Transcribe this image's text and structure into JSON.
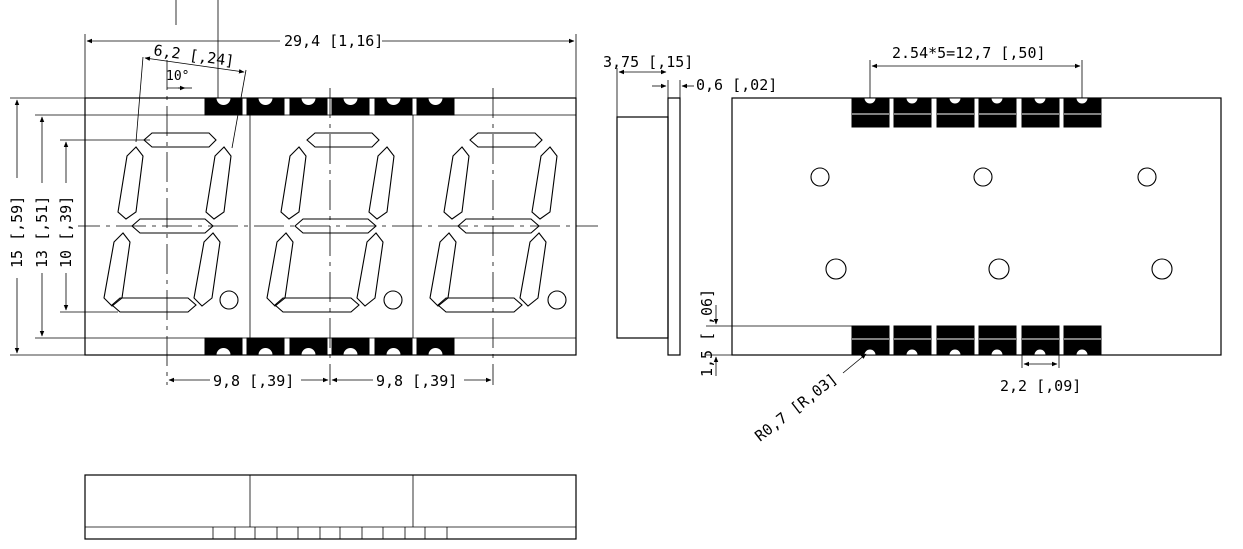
{
  "dimensions": {
    "overall_width": "29,4 [1,16]",
    "digit_width": "6,2 [,24]",
    "slant_angle": "10°",
    "height_overall": "15 [,59]",
    "height_inner": "13 [,51]",
    "digit_height": "10 [,39]",
    "pitch_1": "9,8 [,39]",
    "pitch_2": "9,8 [,39]",
    "side_depth": "3,75 [,15]",
    "side_thickness": "0,6 [,02]",
    "pin_pitch": "2.54*5=12,7 [,50]",
    "pad_offset": ",06]",
    "pad_height": "1,5 [",
    "pad_width": "2,2 [,09]",
    "pad_radius": "R0,7 [R,03]"
  },
  "counts": {
    "digits": 3,
    "pads_per_row": 6
  }
}
